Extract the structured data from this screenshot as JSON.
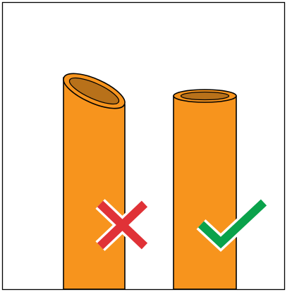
{
  "diagram": {
    "subject": "pipe-cut-comparison",
    "items": [
      {
        "id": "angled-cut",
        "cut": "angled",
        "verdict": "incorrect",
        "mark_icon": "x-icon"
      },
      {
        "id": "square-cut",
        "cut": "square",
        "verdict": "correct",
        "mark_icon": "checkmark-icon"
      }
    ]
  },
  "colors": {
    "background": "#ffffff",
    "border": "#000000",
    "pipe_body": "#f7941d",
    "pipe_inner": "#b8711a",
    "pipe_outline": "#000000",
    "wrong_mark": "#e03237",
    "right_mark": "#0aa24b",
    "mark_outline": "#ffffff"
  }
}
